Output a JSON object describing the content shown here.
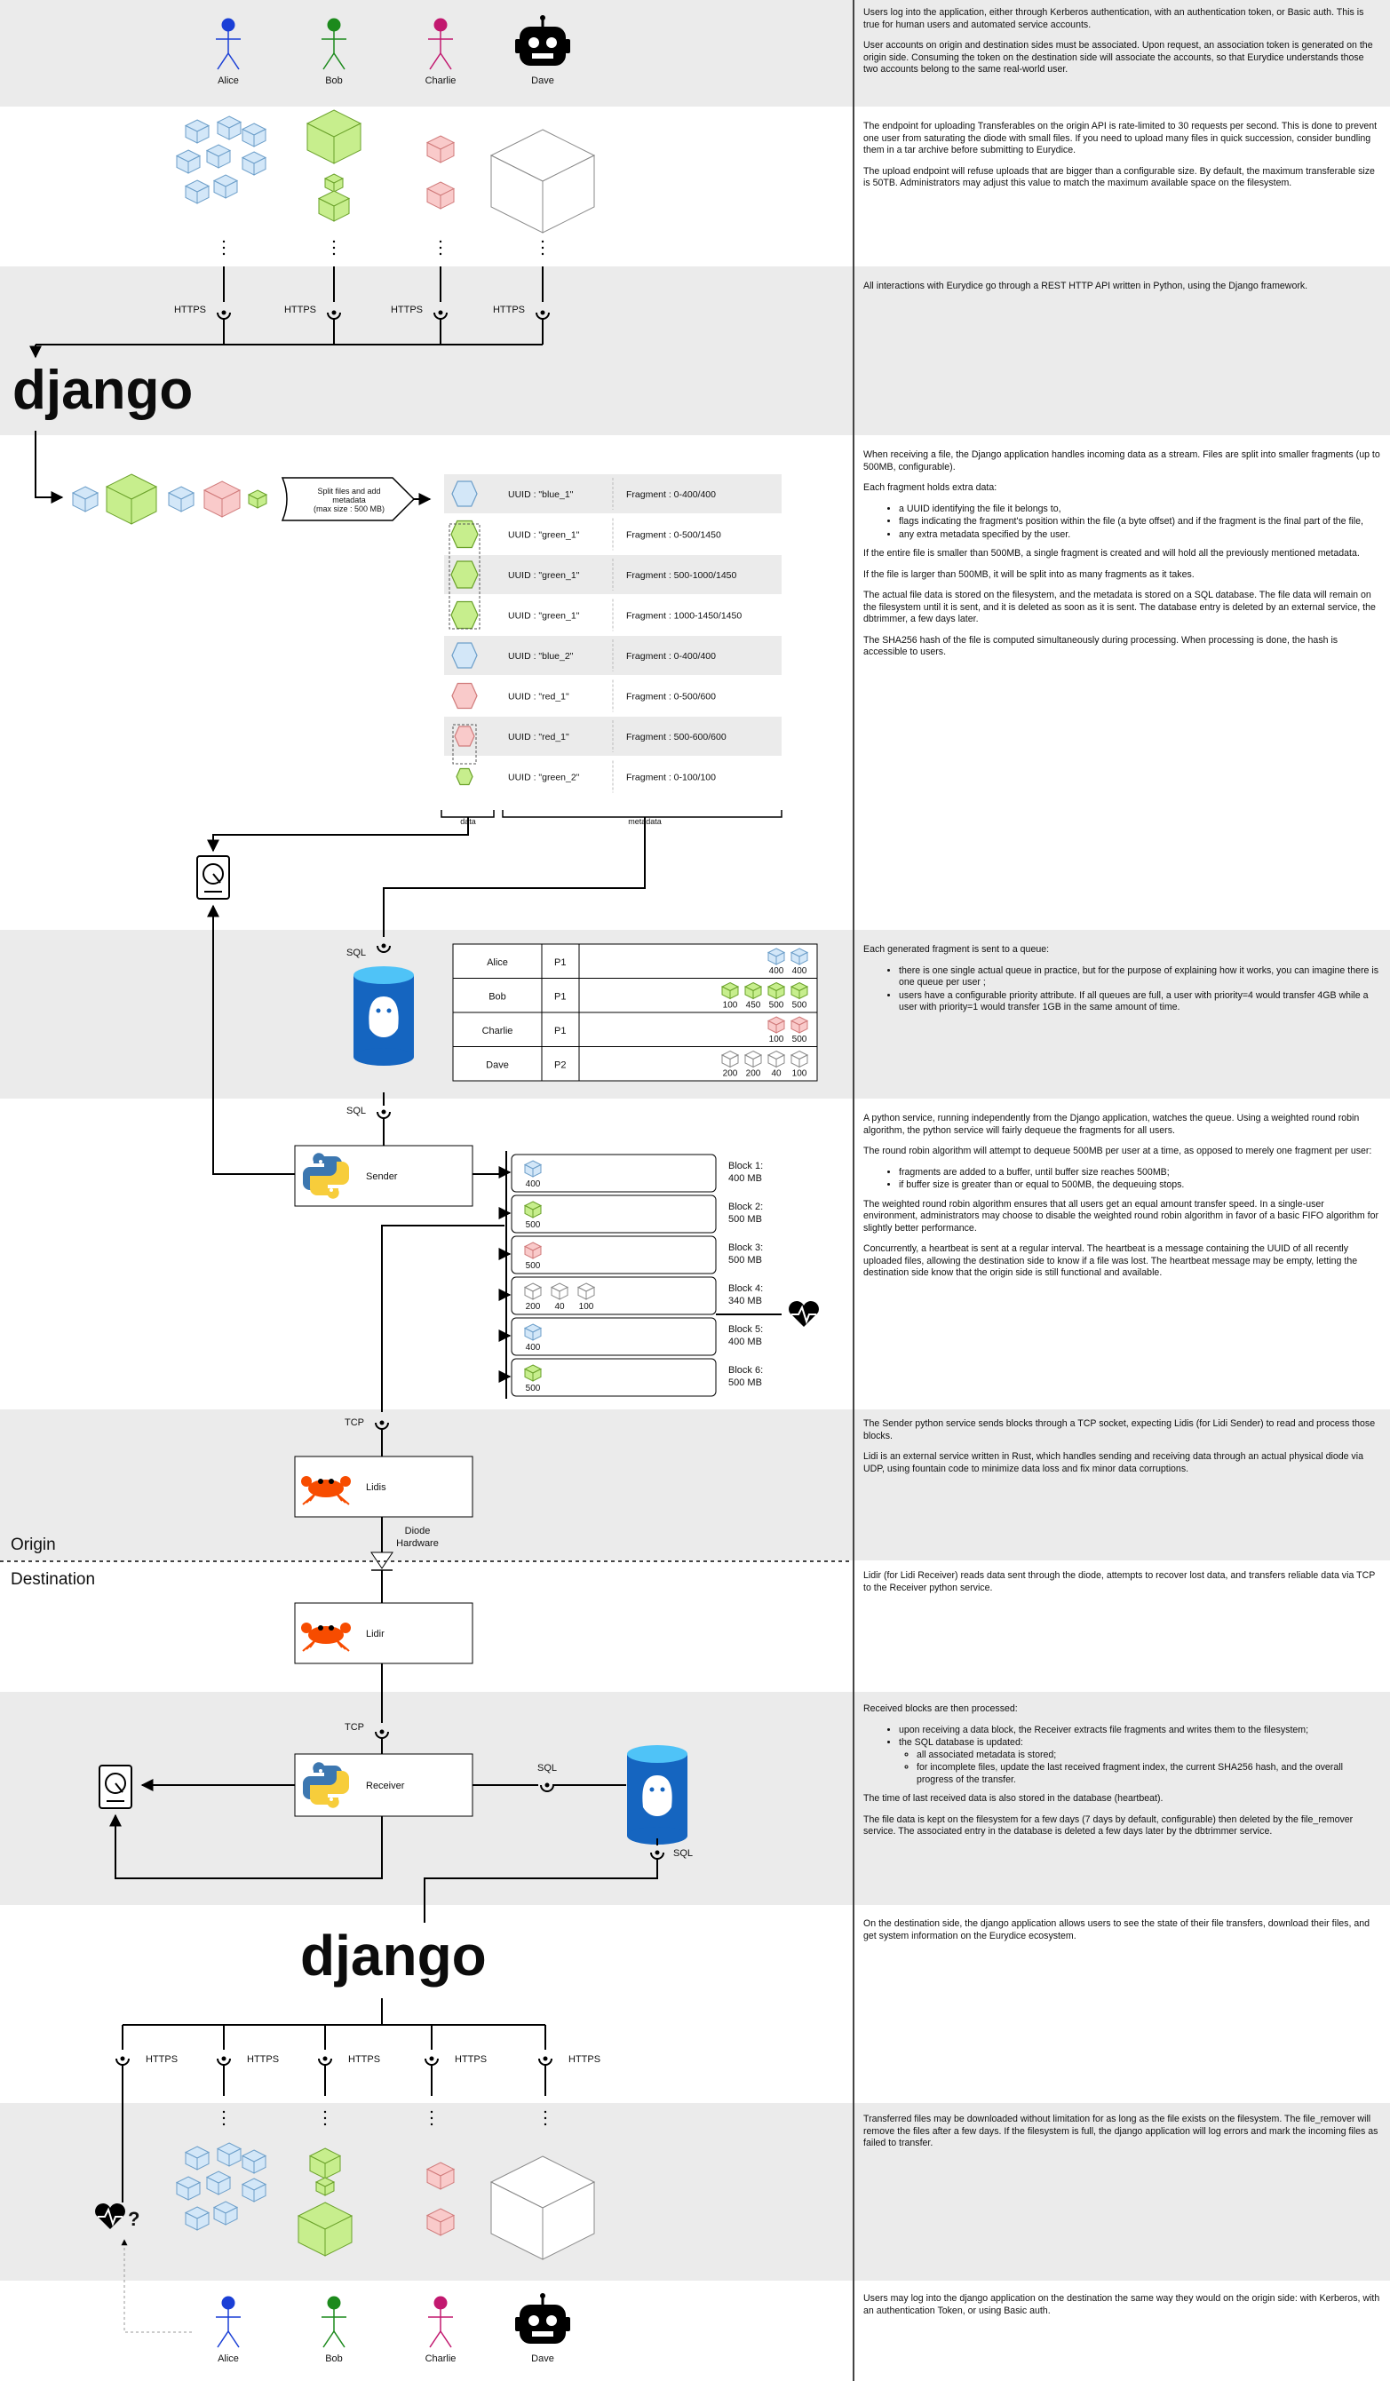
{
  "users": [
    "Alice",
    "Bob",
    "Charlie",
    "Dave"
  ],
  "user_colors": [
    "#1a3fd6",
    "#1c8a1c",
    "#c2186f",
    "#000000"
  ],
  "colors": {
    "blue": "#d3e7f8",
    "blue_stroke": "#6c9ec9",
    "green": "#c7ee8d",
    "green_stroke": "#6aa12a",
    "red": "#f9caca",
    "red_stroke": "#d07a7a",
    "gray": "#ffffff",
    "gray_stroke": "#888888",
    "band": "#ebebeb"
  },
  "protocols": {
    "https": "HTTPS",
    "sql": "SQL",
    "tcp": "TCP"
  },
  "framework_logo": "django",
  "split_label": "Split files and add metadata (max size : 500 MB)",
  "fragments": [
    {
      "uuid": "UUID : \"blue_1\"",
      "frag": "Fragment : 0-400/400",
      "color": "blue"
    },
    {
      "uuid": "UUID : \"green_1\"",
      "frag": "Fragment : 0-500/1450",
      "color": "green"
    },
    {
      "uuid": "UUID : \"green_1\"",
      "frag": "Fragment : 500-1000/1450",
      "color": "green"
    },
    {
      "uuid": "UUID : \"green_1\"",
      "frag": "Fragment : 1000-1450/1450",
      "color": "green"
    },
    {
      "uuid": "UUID : \"blue_2\"",
      "frag": "Fragment : 0-400/400",
      "color": "blue"
    },
    {
      "uuid": "UUID : \"red_1\"",
      "frag": "Fragment : 0-500/600",
      "color": "red"
    },
    {
      "uuid": "UUID : \"red_1\"",
      "frag": "Fragment : 500-600/600",
      "color": "red"
    },
    {
      "uuid": "UUID : \"green_2\"",
      "frag": "Fragment : 0-100/100",
      "color": "green"
    }
  ],
  "fragment_labels": {
    "data": "data",
    "metadata": "metadata"
  },
  "queue": [
    {
      "user": "Alice",
      "prio": "P1",
      "items": [
        {
          "c": "blue",
          "v": "400"
        },
        {
          "c": "blue",
          "v": "400"
        }
      ]
    },
    {
      "user": "Bob",
      "prio": "P1",
      "items": [
        {
          "c": "green",
          "v": "100"
        },
        {
          "c": "green",
          "v": "450"
        },
        {
          "c": "green",
          "v": "500"
        },
        {
          "c": "green",
          "v": "500"
        }
      ]
    },
    {
      "user": "Charlie",
      "prio": "P1",
      "items": [
        {
          "c": "red",
          "v": "100"
        },
        {
          "c": "red",
          "v": "500"
        }
      ]
    },
    {
      "user": "Dave",
      "prio": "P2",
      "items": [
        {
          "c": "gray",
          "v": "200"
        },
        {
          "c": "gray",
          "v": "200"
        },
        {
          "c": "gray",
          "v": "40"
        },
        {
          "c": "gray",
          "v": "100"
        }
      ]
    }
  ],
  "sender_label": "Sender",
  "blocks": [
    {
      "label": "Block 1:",
      "size": "400 MB",
      "items": [
        {
          "c": "blue",
          "v": "400"
        }
      ]
    },
    {
      "label": "Block 2:",
      "size": "500 MB",
      "items": [
        {
          "c": "green",
          "v": "500"
        }
      ]
    },
    {
      "label": "Block 3:",
      "size": "500 MB",
      "items": [
        {
          "c": "red",
          "v": "500"
        }
      ]
    },
    {
      "label": "Block 4:",
      "size": "340 MB",
      "items": [
        {
          "c": "gray",
          "v": "200"
        },
        {
          "c": "gray",
          "v": "40"
        },
        {
          "c": "gray",
          "v": "100"
        }
      ]
    },
    {
      "label": "Block 5:",
      "size": "400 MB",
      "items": [
        {
          "c": "blue",
          "v": "400"
        }
      ]
    },
    {
      "label": "Block 6:",
      "size": "500 MB",
      "items": [
        {
          "c": "green",
          "v": "500"
        }
      ]
    }
  ],
  "lidis_label": "Lidis",
  "diode_label": "Diode Hardware",
  "origin_label": "Origin",
  "destination_label": "Destination",
  "lidir_label": "Lidir",
  "receiver_label": "Receiver",
  "heartbeat_question": "?",
  "descriptions": [
    {
      "paras": [
        {
          "t": "p",
          "text": "Users log into the application, either through Kerberos authentication, with an authentication token, or Basic auth. This is true for human users and automated service accounts."
        },
        {
          "t": "p",
          "text": "User accounts on origin and destination sides must be associated. Upon request, an association token is generated on the origin side. Consuming the token on the destination side will associate the accounts, so that Eurydice understands those two accounts belong to the same real-world user."
        }
      ]
    },
    {
      "paras": [
        {
          "t": "p",
          "text": "The endpoint for uploading Transferables on the origin API is rate-limited to 30 requests per second. This is done to prevent one user from saturating the diode with small files. If you need to upload many files in quick succession, consider bundling them in a tar archive before submitting to Eurydice."
        },
        {
          "t": "p",
          "text": "The upload endpoint will refuse uploads that are bigger than a configurable size. By default, the maximum transferable size is 50TB. Administrators may adjust this value to match the maximum available space on the filesystem."
        }
      ]
    },
    {
      "paras": [
        {
          "t": "p",
          "text": "All interactions with Eurydice go through a REST HTTP API written in Python, using the Django framework."
        }
      ]
    },
    {
      "paras": [
        {
          "t": "p",
          "text": "When receiving a file, the Django application handles incoming data as a stream. Files are split into smaller fragments (up to 500MB, configurable)."
        },
        {
          "t": "p",
          "text": "Each fragment holds extra data:"
        },
        {
          "t": "ul",
          "items": [
            "a UUID identifying the file it belongs to,",
            "flags indicating the fragment's position within the file (a byte offset) and if the fragment is the final part of the file,",
            "any extra metadata specified by the user."
          ]
        },
        {
          "t": "p",
          "text": "If the entire file is smaller than 500MB, a single fragment is created and will hold all the previously mentioned metadata."
        },
        {
          "t": "p",
          "text": "If the file is larger than 500MB, it will be split into as many fragments as it takes."
        },
        {
          "t": "p",
          "text": "The actual file data is stored on the filesystem, and the metadata is stored on a SQL database. The file data will remain on the filesystem until it is sent, and it is deleted as soon as it is sent. The database entry is deleted by an external service, the dbtrimmer, a few days later."
        },
        {
          "t": "p",
          "text": "The SHA256 hash of the file is computed simultaneously during processing. When processing is done, the hash is accessible to users."
        }
      ]
    },
    {
      "paras": [
        {
          "t": "p",
          "text": "Each generated fragment is sent to a queue:"
        },
        {
          "t": "ul",
          "items": [
            "there is one single actual queue in practice, but for the purpose of explaining how it works, you can imagine there is one queue per user ;",
            "users have a configurable priority attribute. If all queues are full, a user with priority=4 would transfer 4GB while a user with priority=1 would transfer 1GB in the same amount of time."
          ]
        }
      ]
    },
    {
      "paras": [
        {
          "t": "p",
          "text": "A python service, running independently from the Django application, watches the queue. Using a weighted round robin algorithm, the python service will fairly dequeue the fragments for all users."
        },
        {
          "t": "p",
          "text": "The round robin algorithm will attempt to dequeue 500MB per user at a time, as opposed to merely one fragment per user:"
        },
        {
          "t": "ul",
          "items": [
            "fragments are added to a buffer, until buffer size reaches 500MB;",
            "if buffer size is greater than or equal to 500MB, the dequeuing stops."
          ]
        },
        {
          "t": "p",
          "text": "The weighted round robin algorithm ensures that all users get an equal amount transfer speed. In a single-user environment, administrators may choose to disable the weighted round robin algorithm in favor of a basic FIFO algorithm for slightly better performance."
        },
        {
          "t": "p",
          "text": "Concurrently, a heartbeat is sent at a regular interval. The heartbeat is a message containing the UUID of all recently uploaded files, allowing the destination side to know if a file was lost. The heartbeat message may be empty, letting the destination side know that the origin side is still functional and available."
        }
      ]
    },
    {
      "paras": [
        {
          "t": "p",
          "text": "The Sender python service sends blocks through a TCP socket, expecting Lidis (for Lidi Sender) to read and process those blocks."
        },
        {
          "t": "p",
          "text": "Lidi is an external service written in Rust, which handles sending and receiving data through an actual physical diode via UDP, using fountain code to minimize data loss and fix minor data corruptions."
        }
      ]
    },
    {
      "paras": [
        {
          "t": "p",
          "text": "Lidir (for Lidi Receiver) reads data sent through the diode, attempts to recover lost data, and transfers reliable data via TCP to the Receiver python service."
        }
      ]
    },
    {
      "paras": [
        {
          "t": "p",
          "text": "Received blocks are then processed:"
        },
        {
          "t": "ul",
          "items": [
            "upon receiving a data block, the Receiver extracts file fragments and writes them to the filesystem;",
            {
              "text": "the SQL database is updated:",
              "sub": [
                "all associated metadata is stored;",
                "for incomplete files, update the last received fragment index, the current SHA256 hash, and the overall progress of the transfer."
              ]
            }
          ]
        },
        {
          "t": "p",
          "text": "The time of last received data is also stored in the database (heartbeat)."
        },
        {
          "t": "p",
          "text": "The file data is kept on the filesystem for a few days (7 days by default, configurable) then deleted by the file_remover service. The associated entry in the database is deleted a few days later by the dbtrimmer service."
        }
      ]
    },
    {
      "paras": [
        {
          "t": "p",
          "text": "On the destination side, the django application allows users to see the state of their file transfers, download their files, and get system information on the Eurydice ecosystem."
        }
      ]
    },
    {
      "paras": [
        {
          "t": "p",
          "text": "Transferred files may be downloaded without limitation for as long as the file exists on the filesystem. The file_remover will remove the files after a few days. If the filesystem is full, the django application will log errors and mark the incoming files as failed to transfer."
        }
      ]
    },
    {
      "paras": [
        {
          "t": "p",
          "text": "Users may log into the django application on the destination the same way they would on the origin side: with Kerberos, with an authentication Token, or using Basic auth."
        }
      ]
    }
  ]
}
